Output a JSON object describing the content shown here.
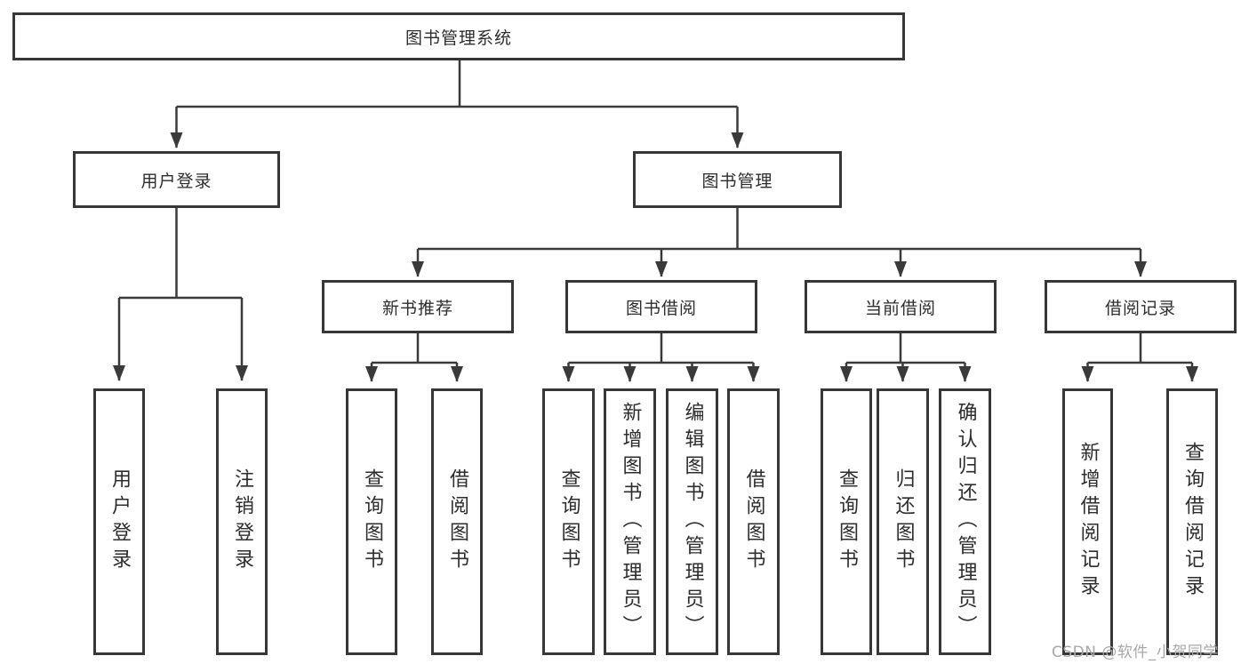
{
  "diagram": {
    "title": "图书管理系统",
    "level2": {
      "user_login": "用户登录",
      "book_management": "图书管理"
    },
    "level3": {
      "new_book_recommend": "新书推荐",
      "book_borrow": "图书借阅",
      "current_borrow": "当前借阅",
      "borrow_records": "借阅记录"
    },
    "leaves": {
      "user_login": {
        "login": "用户登录",
        "logout": "注销登录"
      },
      "new_book_recommend": {
        "query_book": "查询图书",
        "borrow_book": "借阅图书"
      },
      "book_borrow": {
        "query_book": "查询图书",
        "add_book": "新增图书（管理员）",
        "edit_book": "编辑图书（管理员）",
        "borrow_book": "借阅图书"
      },
      "current_borrow": {
        "query_book": "查询图书",
        "return_book": "归还图书",
        "confirm_return": "确认归还（管理员）"
      },
      "borrow_records": {
        "add_record": "新增借阅记录",
        "query_record": "查询借阅记录"
      }
    },
    "line_color": "#3a3a3a"
  },
  "watermark": {
    "text": "CSDN @软件_小贺同学"
  }
}
